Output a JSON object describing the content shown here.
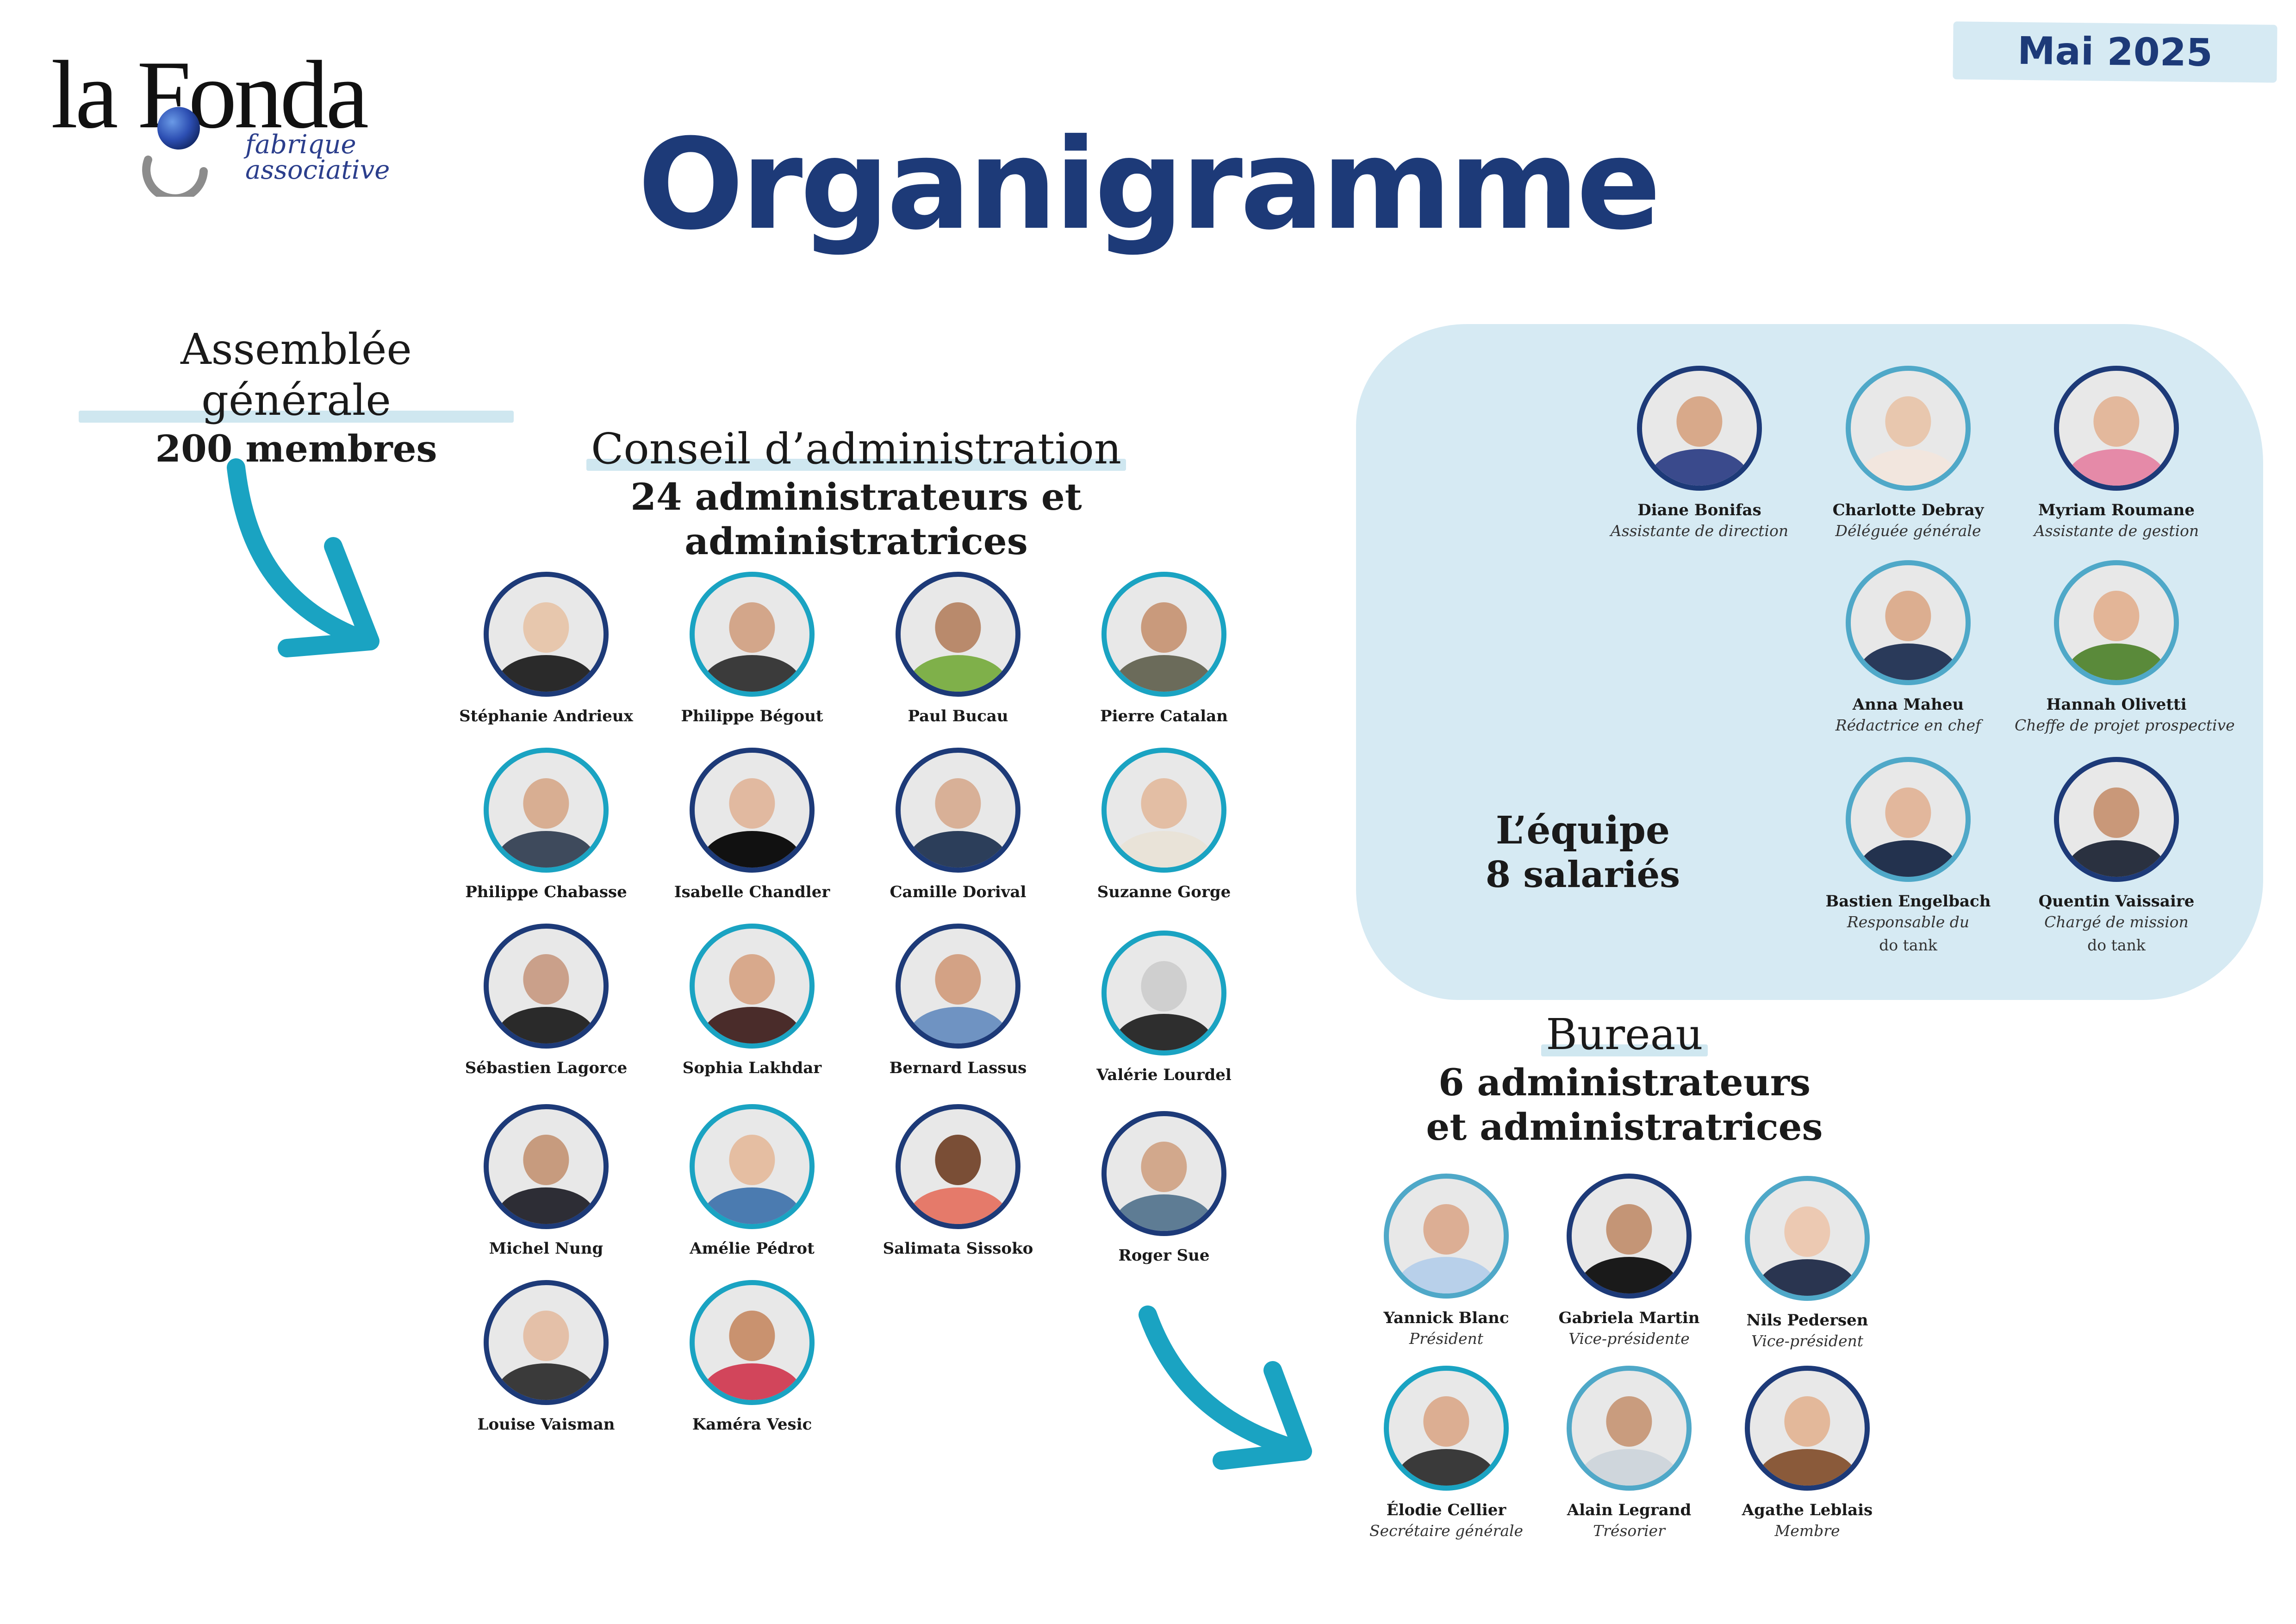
{
  "logo": {
    "word": "la Fonda",
    "line1": "fabrique",
    "line2": "associative"
  },
  "date": "Mai 2025",
  "title": "Organigramme",
  "assemblee": {
    "title": "Assemblée générale",
    "subtitle": "200 membres"
  },
  "conseil": {
    "title": "Conseil d’administration",
    "subtitle": "24 administrateurs et administratrices",
    "members": [
      {
        "name": "Stéphanie Andrieux",
        "ring": "navy",
        "skin": "#e7c7ad",
        "cloth": "#2a2a2a"
      },
      {
        "name": "Philippe Bégout",
        "ring": "teal",
        "skin": "#d3a68a",
        "cloth": "#3b3b3b"
      },
      {
        "name": "Paul Bucau",
        "ring": "navy",
        "skin": "#b98a6c",
        "cloth": "#7fb04a"
      },
      {
        "name": "Pierre Catalan",
        "ring": "teal",
        "skin": "#c99a7c",
        "cloth": "#6b6b5a"
      },
      {
        "name": "Philippe Chabasse",
        "ring": "teal",
        "skin": "#d8ae92",
        "cloth": "#3e4a5c"
      },
      {
        "name": "Isabelle Chandler",
        "ring": "navy",
        "skin": "#e1b9a0",
        "cloth": "#111111"
      },
      {
        "name": "Camille Dorival",
        "ring": "navy",
        "skin": "#d8b097",
        "cloth": "#2c3e5a"
      },
      {
        "name": "Suzanne Gorge",
        "ring": "teal",
        "skin": "#e3bea4",
        "cloth": "#e9e3d8"
      },
      {
        "name": "Sébastien Lagorce",
        "ring": "navy",
        "skin": "#caa08a",
        "cloth": "#2a2a2a"
      },
      {
        "name": "Sophia Lakhdar",
        "ring": "teal",
        "skin": "#d8a98c",
        "cloth": "#4a2c2a"
      },
      {
        "name": "Bernard Lassus",
        "ring": "navy",
        "skin": "#d3a285",
        "cloth": "#6f93c2"
      },
      {
        "name": "Valérie Lourdel",
        "ring": "teal",
        "skin": "#cfcfcf",
        "cloth": "#2e2e2e"
      },
      {
        "name": "Michel Nung",
        "ring": "navy",
        "skin": "#c79b7e",
        "cloth": "#2d2d35"
      },
      {
        "name": "Amélie Pédrot",
        "ring": "teal",
        "skin": "#e5bea2",
        "cloth": "#4b7bb0"
      },
      {
        "name": "Salimata Sissoko",
        "ring": "navy",
        "skin": "#7a4e36",
        "cloth": "#e57a6a"
      },
      {
        "name": "Roger Sue",
        "ring": "navy",
        "skin": "#d2a88c",
        "cloth": "#5e7c94"
      },
      {
        "name": "Louise Vaisman",
        "ring": "navy",
        "skin": "#e4c0a8",
        "cloth": "#3a3a3a"
      },
      {
        "name": "Kaméra Vesic",
        "ring": "teal",
        "skin": "#c9926f",
        "cloth": "#d2455b"
      }
    ]
  },
  "equipe": {
    "title": "L’équipe",
    "subtitle": "8 salariés",
    "members": [
      {
        "name": "Diane Bonifas",
        "role": [
          "Assistante de direction"
        ],
        "ring": "navy",
        "skin": "#d8a98a",
        "cloth": "#3a4a8c"
      },
      {
        "name": "Charlotte Debray",
        "role": [
          "Déléguée générale"
        ],
        "ring": "light",
        "skin": "#e8c7ae",
        "cloth": "#f2e6de"
      },
      {
        "name": "Myriam Roumane",
        "role": [
          "Assistante de gestion"
        ],
        "ring": "navy",
        "skin": "#e3b89c",
        "cloth": "#e58aa8"
      },
      {
        "name": "Anna Maheu",
        "role": [
          "Rédactrice en chef"
        ],
        "ring": "light",
        "skin": "#dcae90",
        "cloth": "#2a3a5a"
      },
      {
        "name": "Hannah Olivetti",
        "role": [
          "Cheffe de projet prospective"
        ],
        "ring": "light",
        "skin": "#e3b597",
        "cloth": "#5a8a3a"
      },
      {
        "name": "Bastien Engelbach",
        "role": [
          "Responsable du",
          "do tank"
        ],
        "ring": "light",
        "skin": "#e2b79c",
        "cloth": "#23324e"
      },
      {
        "name": "Quentin Vaissaire",
        "role": [
          "Chargé de mission",
          "do tank"
        ],
        "ring": "navy",
        "skin": "#c99879",
        "cloth": "#2a3140"
      }
    ]
  },
  "bureau": {
    "title": "Bureau",
    "subtitle_line1": "6 administrateurs",
    "subtitle_line2": "et administratrices",
    "members": [
      {
        "name": "Yannick Blanc",
        "role": "Président",
        "ring": "light",
        "skin": "#dcae94",
        "cloth": "#b8d0ea"
      },
      {
        "name": "Gabriela Martin",
        "role": "Vice-présidente",
        "ring": "navy",
        "skin": "#c49576",
        "cloth": "#1a1a1a"
      },
      {
        "name": "Nils Pedersen",
        "role": "Vice-président",
        "ring": "light",
        "skin": "#ecc9b2",
        "cloth": "#2a3550"
      },
      {
        "name": "Élodie Cellier",
        "role": "Secrétaire générale",
        "ring": "teal",
        "skin": "#dcae92",
        "cloth": "#3a3a3a"
      },
      {
        "name": "Alain Legrand",
        "role": "Trésorier",
        "ring": "light",
        "skin": "#c99c7e",
        "cloth": "#cfd6dc"
      },
      {
        "name": "Agathe Leblais",
        "role": "Membre",
        "ring": "navy",
        "skin": "#e3b89a",
        "cloth": "#8a5a3a"
      }
    ]
  },
  "colors": {
    "navy": "#1d3a78",
    "teal": "#1aa3c2",
    "light_blue": "#d6eaf3"
  }
}
